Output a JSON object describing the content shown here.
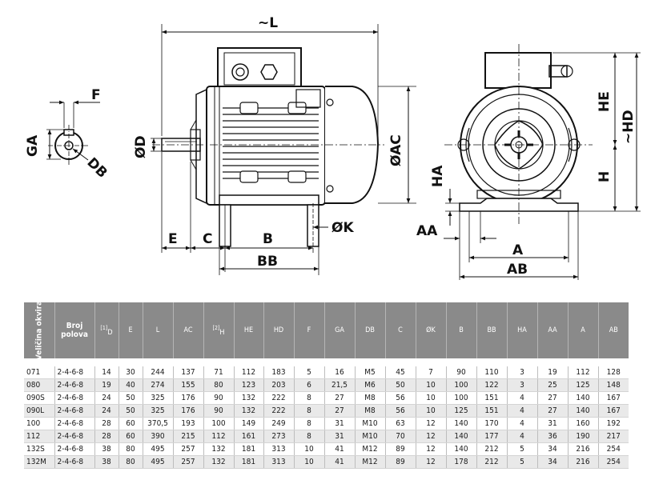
{
  "drawing": {
    "labels": {
      "L": "~L",
      "F": "F",
      "GA": "GA",
      "DB": "DB",
      "D": "ØD",
      "AC": "ØAC",
      "E": "E",
      "C": "C",
      "B": "B",
      "K": "ØK",
      "BB": "BB",
      "HA": "HA",
      "AA": "AA",
      "A": "A",
      "AB": "AB",
      "HE": "HE",
      "H": "H",
      "HD": "~HD"
    }
  },
  "table": {
    "headers": [
      {
        "text": "Veličina okvira",
        "rot": true
      },
      {
        "text": "Broj polova",
        "bold": true
      },
      {
        "text": "D",
        "sup": "[1]"
      },
      {
        "text": "E"
      },
      {
        "text": "L"
      },
      {
        "text": "AC"
      },
      {
        "text": "H",
        "sup": "[2]"
      },
      {
        "text": "HE"
      },
      {
        "text": "HD"
      },
      {
        "text": "F"
      },
      {
        "text": "GA"
      },
      {
        "text": "DB"
      },
      {
        "text": "C"
      },
      {
        "text": "ØK"
      },
      {
        "text": "B"
      },
      {
        "text": "BB"
      },
      {
        "text": "HA"
      },
      {
        "text": "AA"
      },
      {
        "text": "A"
      },
      {
        "text": "AB"
      }
    ],
    "rows": [
      [
        "071",
        "2-4-6-8",
        "14",
        "30",
        "244",
        "137",
        "71",
        "112",
        "183",
        "5",
        "16",
        "M5",
        "45",
        "7",
        "90",
        "110",
        "3",
        "19",
        "112",
        "128"
      ],
      [
        "080",
        "2-4-6-8",
        "19",
        "40",
        "274",
        "155",
        "80",
        "123",
        "203",
        "6",
        "21,5",
        "M6",
        "50",
        "10",
        "100",
        "122",
        "3",
        "25",
        "125",
        "148"
      ],
      [
        "090S",
        "2-4-6-8",
        "24",
        "50",
        "325",
        "176",
        "90",
        "132",
        "222",
        "8",
        "27",
        "M8",
        "56",
        "10",
        "100",
        "151",
        "4",
        "27",
        "140",
        "167"
      ],
      [
        "090L",
        "2-4-6-8",
        "24",
        "50",
        "325",
        "176",
        "90",
        "132",
        "222",
        "8",
        "27",
        "M8",
        "56",
        "10",
        "125",
        "151",
        "4",
        "27",
        "140",
        "167"
      ],
      [
        "100",
        "2-4-6-8",
        "28",
        "60",
        "370,5",
        "193",
        "100",
        "149",
        "249",
        "8",
        "31",
        "M10",
        "63",
        "12",
        "140",
        "170",
        "4",
        "31",
        "160",
        "192"
      ],
      [
        "112",
        "2-4-6-8",
        "28",
        "60",
        "390",
        "215",
        "112",
        "161",
        "273",
        "8",
        "31",
        "M10",
        "70",
        "12",
        "140",
        "177",
        "4",
        "36",
        "190",
        "217"
      ],
      [
        "132S",
        "2-4-6-8",
        "38",
        "80",
        "495",
        "257",
        "132",
        "181",
        "313",
        "10",
        "41",
        "M12",
        "89",
        "12",
        "140",
        "212",
        "5",
        "34",
        "216",
        "254"
      ],
      [
        "132M",
        "2-4-6-8",
        "38",
        "80",
        "495",
        "257",
        "132",
        "181",
        "313",
        "10",
        "41",
        "M12",
        "89",
        "12",
        "178",
        "212",
        "5",
        "34",
        "216",
        "254"
      ]
    ]
  }
}
